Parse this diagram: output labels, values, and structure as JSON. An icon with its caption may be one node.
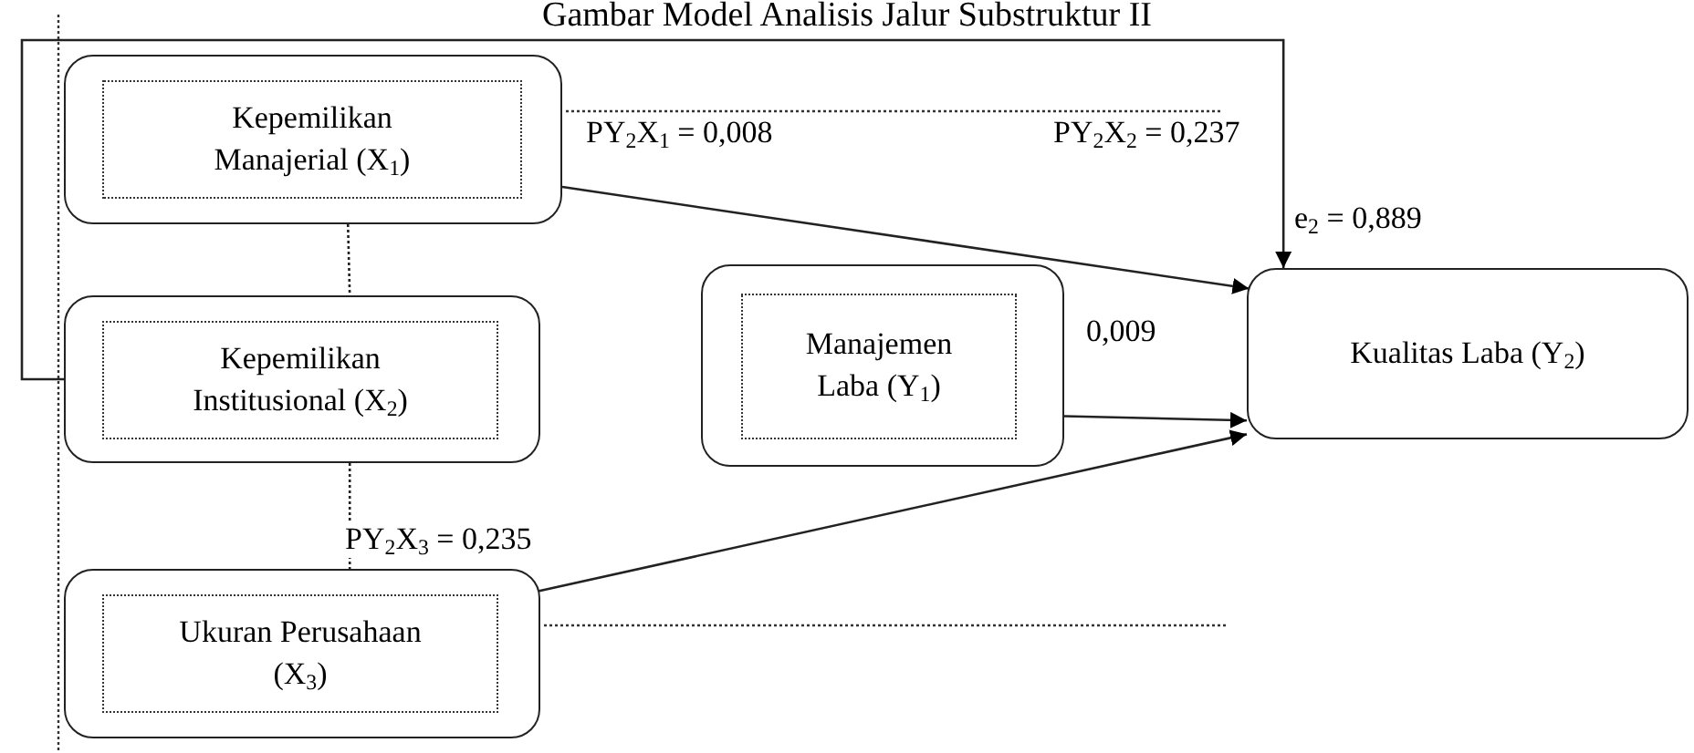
{
  "diagram": {
    "title": "Gambar Model Analisis Jalur Substruktur II",
    "nodes": [
      {
        "text": [
          "Kepemilikan Manajerial (X$_{1}$)"
        ]
      },
      {
        "text": [
          "Kepemilikan Institusional (X$_{2}$)"
        ]
      },
      {
        "text": [
          "Manajemen Laba (Y$_{1}$)"
        ]
      },
      {
        "text": [
          "Ukuran Perusahaan (X$_{3}$)"
        ]
      },
      {
        "text": [
          "Kualitas Laba (Y$_{2}$)"
        ]
      }
    ],
    "edges": [
      {
        "from": 0,
        "to": 4,
        "arrow": "to",
        "label": "PY$_{2}$X$_{1}$ = 0,008"
      },
      {
        "from": 1,
        "to": 4,
        "arrow": "to",
        "label": "PY$_{2}$X$_{2}$ = 0,237"
      },
      {
        "from": 2,
        "to": 4,
        "arrow": "to",
        "label": "0,009"
      },
      {
        "from": 3,
        "to": 4,
        "arrow": "to",
        "label": "PY$_{2}$X$_{3}$ = 0,235"
      },
      {
        "from": 0,
        "to": 1,
        "arrow": "none",
        "style": "dashed"
      },
      {
        "from": 1,
        "to": 3,
        "arrow": "none",
        "style": "dashed"
      }
    ],
    "labels": [
      "e$_{2}$ = 0,889"
    ]
  }
}
